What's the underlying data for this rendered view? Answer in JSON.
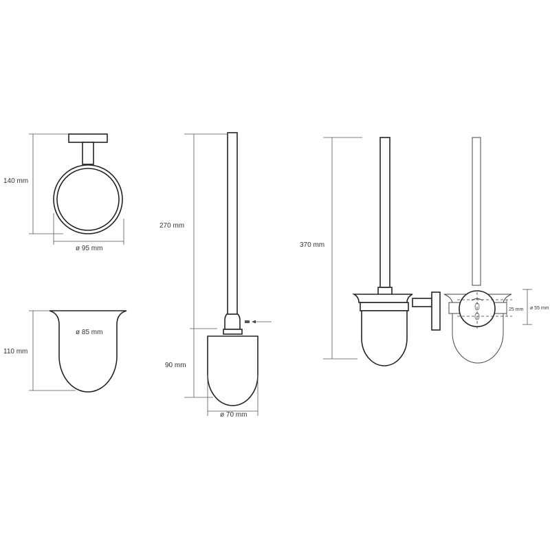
{
  "holder_ring": {
    "height_label": "140 mm",
    "diameter_label": "ø 95 mm"
  },
  "glass_cup": {
    "height_label": "110 mm",
    "diameter_label": "ø 85 mm"
  },
  "brush": {
    "upper_length_label": "270 mm",
    "lower_length_label": "90 mm",
    "diameter_label": "ø 70 mm"
  },
  "assembled": {
    "total_height_label": "370 mm",
    "mount_offset_label": "25 mm",
    "plate_diameter_label": "ø 55 mm"
  }
}
